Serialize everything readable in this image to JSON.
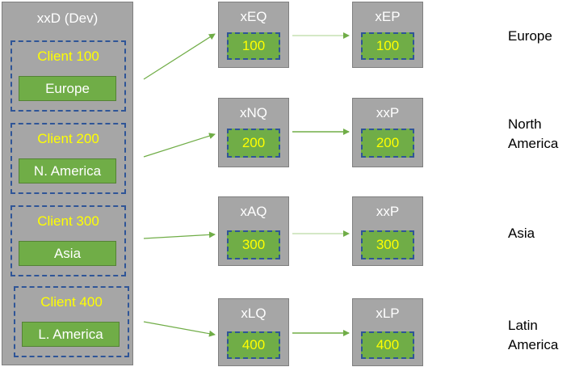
{
  "dev_system": {
    "title": "xxD (Dev)",
    "clients": [
      {
        "client": "Client 100",
        "region": "Europe"
      },
      {
        "client": "Client 200",
        "region": "N. America"
      },
      {
        "client": "Client 300",
        "region": "Asia"
      },
      {
        "client": "Client 400",
        "region": "L. America"
      }
    ]
  },
  "rows": [
    {
      "qa": "xEQ",
      "qa_client": "100",
      "prod": "xEP",
      "prod_client": "100",
      "region": "Europe"
    },
    {
      "qa": "xNQ",
      "qa_client": "200",
      "prod": "xxP",
      "prod_client": "200",
      "region_line1": "North",
      "region_line2": "America"
    },
    {
      "qa": "xAQ",
      "qa_client": "300",
      "prod": "xxP",
      "prod_client": "300",
      "region": "Asia"
    },
    {
      "qa": "xLQ",
      "qa_client": "400",
      "prod": "xLP",
      "prod_client": "400",
      "region_line1": "Latin",
      "region_line2": "America"
    }
  ],
  "colors": {
    "system_box": "#a6a6a6",
    "client_box": "#70ad47",
    "client_label": "#ffff00",
    "dashed_frame": "#2f5597",
    "arrow": "#70ad47"
  }
}
